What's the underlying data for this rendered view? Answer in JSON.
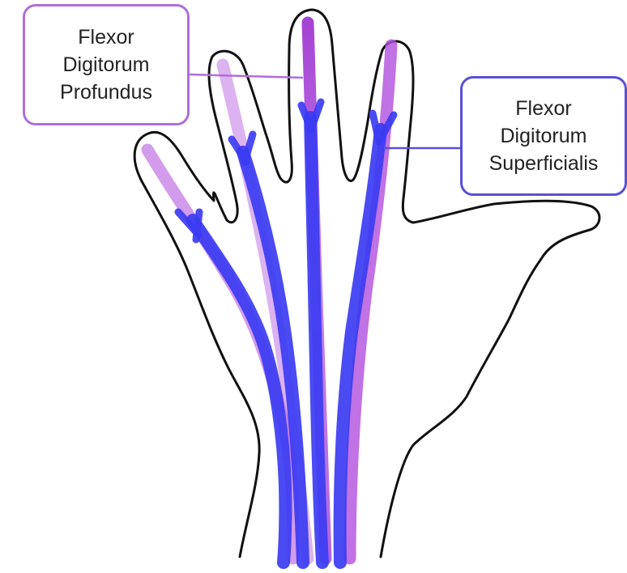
{
  "diagram": {
    "labels": [
      {
        "id": "flexor-digitorum-profundus",
        "lines": [
          "Flexor",
          "Digitorum",
          "Profundus"
        ],
        "color": "#b06ed8"
      },
      {
        "id": "flexor-digitorum-superficialis",
        "lines": [
          "Flexor",
          "Digitorum",
          "Superficialis"
        ],
        "color": "#5a4fd6"
      }
    ],
    "colors": {
      "outline": "#111111",
      "profundus_tendon": "#b04fdc",
      "superficialis_tendon": "#3b3cf2"
    }
  }
}
